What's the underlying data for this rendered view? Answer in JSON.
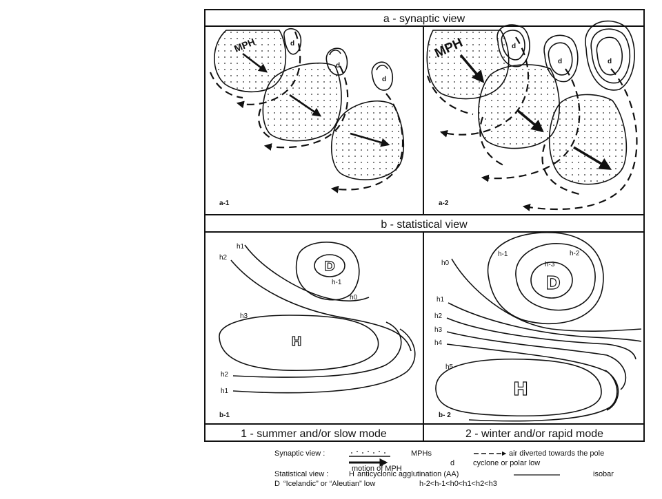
{
  "panel_a": {
    "title": "a - synaptic view",
    "left_label": "a-1",
    "right_label": "a-2",
    "mph_label": "MPH",
    "cyclone_letter": "d"
  },
  "panel_b": {
    "title": "b - statistical view",
    "left_label": "b-1",
    "right_label": "b- 2",
    "low_letter": "D",
    "high_letter": "H",
    "left_isobars": [
      "h1",
      "h2",
      "h-1",
      "h0",
      "h3",
      "h2",
      "h1"
    ],
    "right_isobars": [
      "h0",
      "h-1",
      "h-2",
      "h-3",
      "h1",
      "h2",
      "h3",
      "h4",
      "h5"
    ]
  },
  "modes": {
    "left": "1 - summer and/or slow mode",
    "right": "2 - winter and/or rapid mode"
  },
  "legend": {
    "synoptic_heading": "Synaptic view :",
    "mphs": "MPHs",
    "air_diverted": "air diverted towards the pole",
    "motion": "motion of MPH",
    "d_symbol": "d",
    "cyclone": "cyclone or polar low",
    "statistical_heading": "Statistical view :",
    "h_symbol": "H",
    "anticyclonic": "anticyclonic agglutination (AA)",
    "isobar": "isobar",
    "D_symbol": "D",
    "icelandic": "“Icelandic” or “Aleutian” low",
    "order": "h-2<h-1<h0<h1<h2<h3"
  }
}
